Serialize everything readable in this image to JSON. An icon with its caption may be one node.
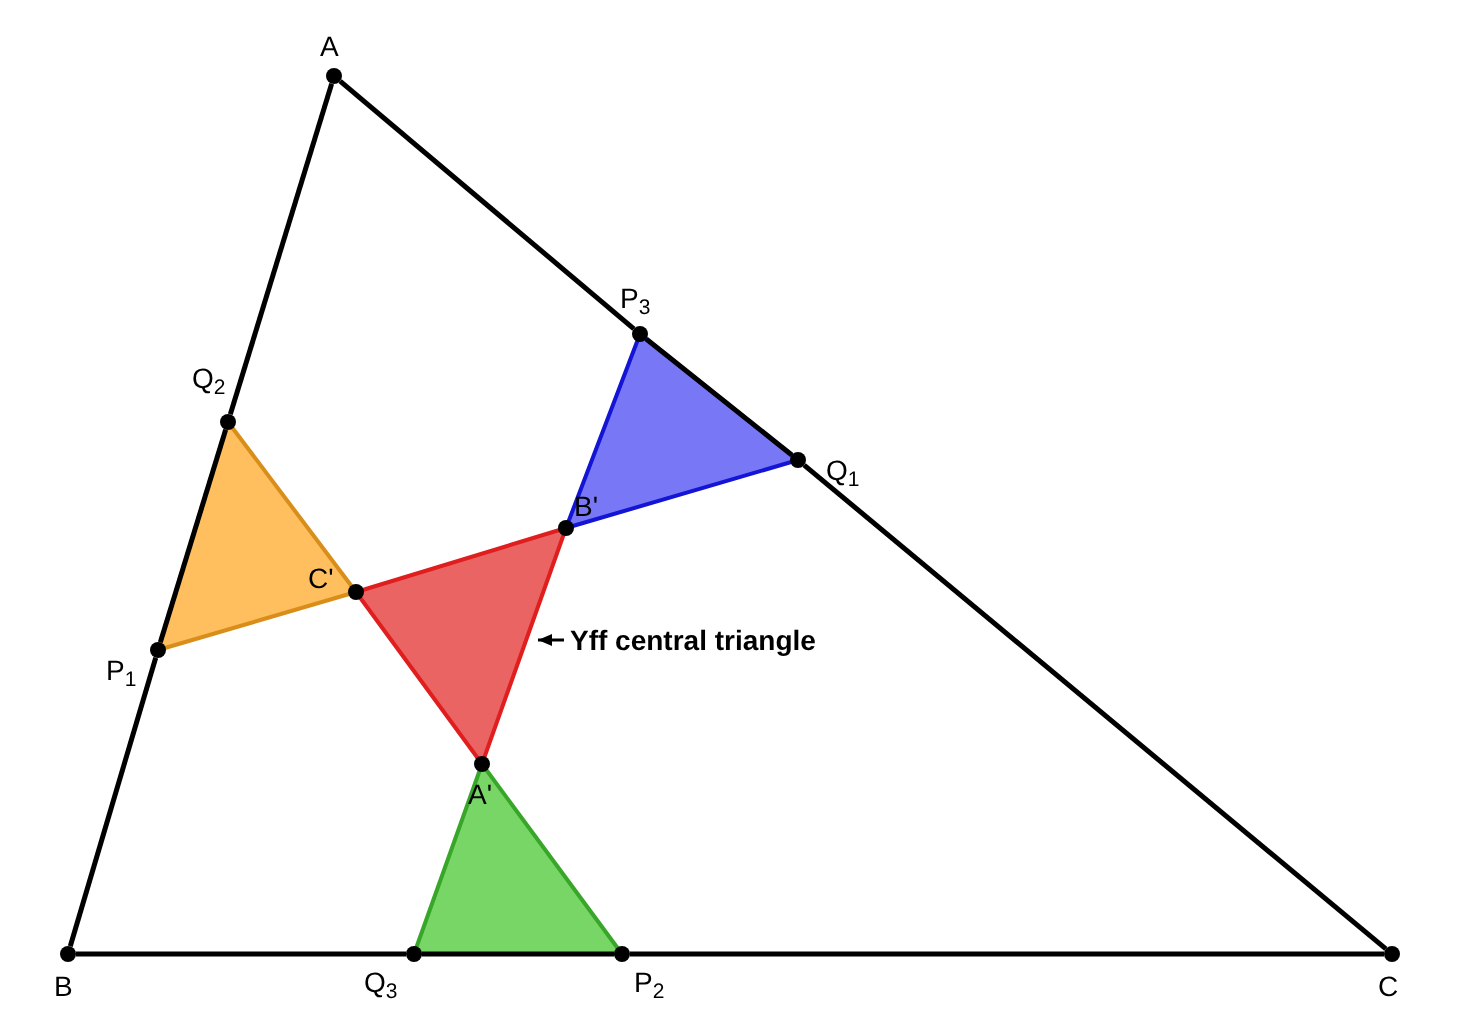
{
  "diagram": {
    "nodes": [
      {
        "text": [
          "A"
        ]
      },
      {
        "text": [
          "B"
        ]
      },
      {
        "text": [
          "C"
        ]
      },
      {
        "text": [
          "P$_{1}$"
        ]
      },
      {
        "text": [
          "P$_{2}$"
        ]
      },
      {
        "text": [
          "P$_{3}$"
        ]
      },
      {
        "text": [
          "Q$_{1}$"
        ]
      },
      {
        "text": [
          "Q$_{2}$"
        ]
      },
      {
        "text": [
          "Q$_{3}$"
        ]
      },
      {
        "text": [
          "A'"
        ]
      },
      {
        "text": [
          "B'"
        ]
      },
      {
        "text": [
          "C'"
        ]
      },
      {
        "text": [],
        "shape": "triangle"
      },
      {
        "text": [],
        "shape": "triangle"
      },
      {
        "text": [],
        "shape": "triangle"
      },
      {
        "text": [],
        "shape": "triangle"
      },
      {
        "text": [
          "Yff central triangle"
        ]
      }
    ],
    "edges": [
      {
        "from": 0,
        "to": 7,
        "arrow": "none"
      },
      {
        "from": 7,
        "to": 3,
        "arrow": "none"
      },
      {
        "from": 3,
        "to": 1,
        "arrow": "none"
      },
      {
        "from": 1,
        "to": 8,
        "arrow": "none"
      },
      {
        "from": 8,
        "to": 4,
        "arrow": "none"
      },
      {
        "from": 4,
        "to": 2,
        "arrow": "none"
      },
      {
        "from": 2,
        "to": 6,
        "arrow": "none"
      },
      {
        "from": 6,
        "to": 5,
        "arrow": "none"
      },
      {
        "from": 5,
        "to": 0,
        "arrow": "none"
      },
      {
        "from": 16,
        "to": 12,
        "arrow": "to"
      }
    ]
  }
}
